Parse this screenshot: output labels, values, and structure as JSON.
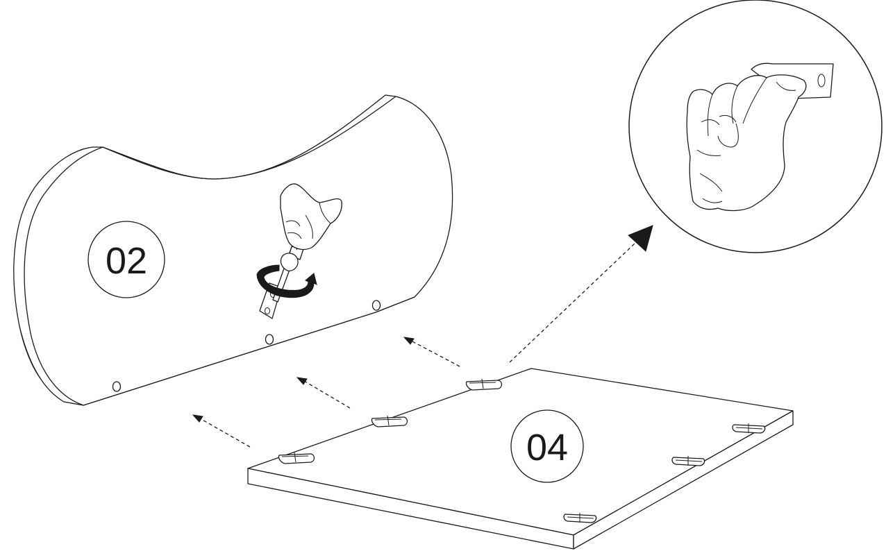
{
  "parts": [
    {
      "id": "panel-02",
      "label": "02"
    },
    {
      "id": "panel-04",
      "label": "04"
    }
  ],
  "icons": [
    "screwdriver-icon",
    "rotation-arrow-icon",
    "hand-icon",
    "bracket-icon",
    "hand-holding-bracket-icon"
  ],
  "colors": {
    "ink": "#1a1a1a",
    "paper": "#ffffff"
  }
}
